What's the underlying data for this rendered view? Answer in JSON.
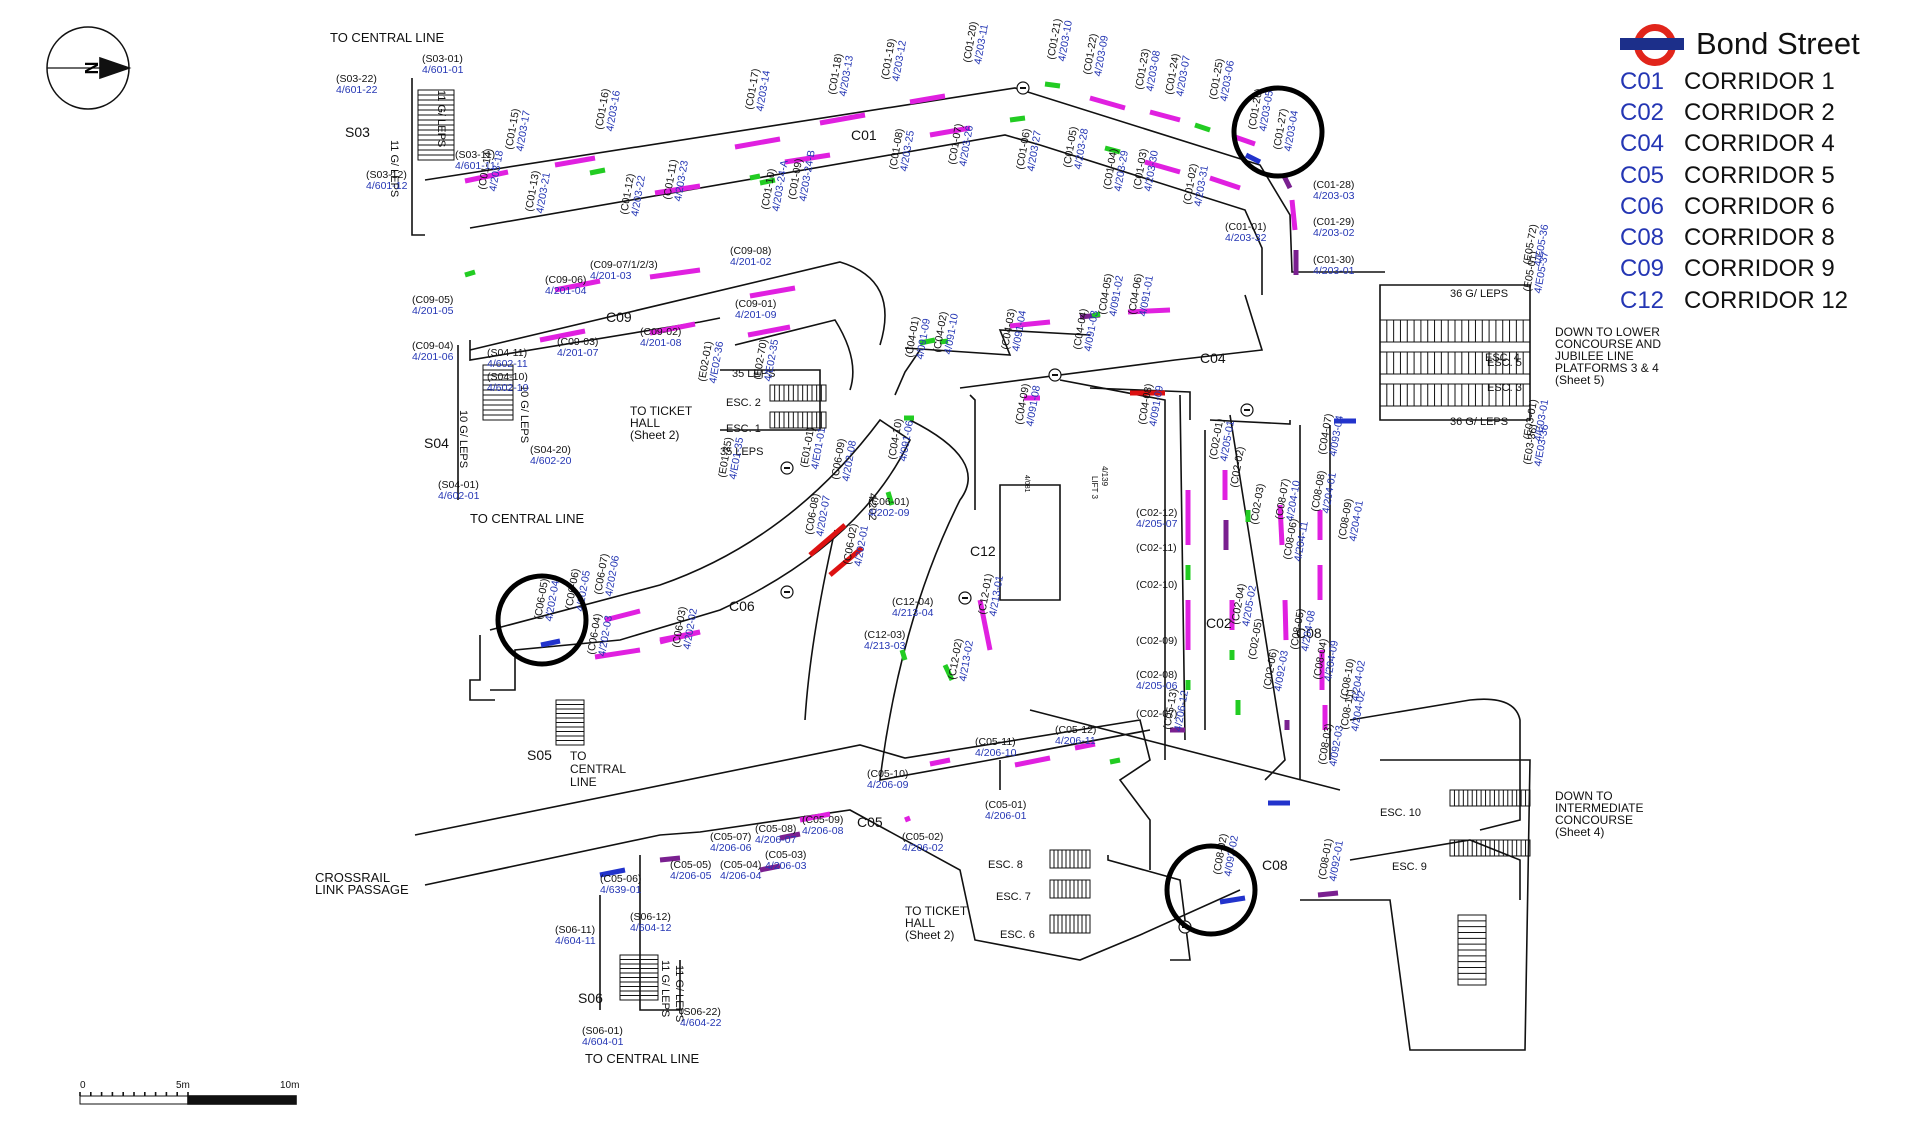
{
  "legend": {
    "title": "Bond Street",
    "items": [
      {
        "code": "C01",
        "name": "CORRIDOR 1"
      },
      {
        "code": "C02",
        "name": "CORRIDOR 2"
      },
      {
        "code": "C04",
        "name": "CORRIDOR 4"
      },
      {
        "code": "C05",
        "name": "CORRIDOR 5"
      },
      {
        "code": "C06",
        "name": "CORRIDOR 6"
      },
      {
        "code": "C08",
        "name": "CORRIDOR 8"
      },
      {
        "code": "C09",
        "name": "CORRIDOR 9"
      },
      {
        "code": "C12",
        "name": "CORRIDOR 12"
      }
    ]
  },
  "compass": {
    "letter": "N"
  },
  "scale_bar": {
    "labels": [
      "0",
      "5m",
      "10m"
    ]
  },
  "corridor_labels": [
    "C01",
    "C09",
    "C04",
    "C12",
    "C06",
    "C02",
    "C08",
    "C05",
    "C08"
  ],
  "notes": {
    "to_central_top": "TO CENTRAL LINE",
    "to_central_s04": "TO CENTRAL LINE",
    "to_central_bottom": "TO CENTRAL LINE",
    "to_central_s05_1": "TO",
    "to_central_s05_2": "CENTRAL",
    "to_central_s05_3": "LINE",
    "ticket_hall_1": [
      "TO TICKET",
      "HALL",
      "(Sheet 2)"
    ],
    "ticket_hall_2": [
      "TO TICKET",
      "HALL",
      "(Sheet 2)"
    ],
    "down_lower": [
      "DOWN TO LOWER",
      "CONCOURSE AND",
      "JUBILEE LINE",
      "PLATFORMS 3 & 4",
      "(Sheet 5)"
    ],
    "down_intermediate": [
      "DOWN TO",
      "INTERMEDIATE",
      "CONCOURSE",
      "(Sheet 4)"
    ],
    "crossrail": [
      "CROSSRAIL",
      "LINK PASSAGE"
    ]
  },
  "stairs": [
    "S03",
    "S04",
    "S05",
    "S06"
  ],
  "escalators": [
    "ESC. 5",
    "ESC. 4",
    "ESC. 3",
    "ESC. 2",
    "ESC. 1",
    "ESC. 10",
    "ESC. 9",
    "ESC. 8",
    "ESC. 7",
    "ESC. 6"
  ],
  "leps": [
    "36 G/ LEPS",
    "36 G/ LEPS",
    "35 LEPS",
    "35 LEPS",
    "11 G/ LEPS",
    "11 G/ LEPS",
    "10 G/ LEPS",
    "10 G/ LEPS",
    "11 G/ LEPS",
    "11 G/ LEPS"
  ],
  "lift": [
    "4/139",
    "LIFT 3",
    "4/081",
    "4/202"
  ],
  "colors": {
    "magenta": "#e020e0",
    "green": "#22cc22",
    "purple": "#7a2090",
    "red": "#dd1111",
    "blue": "#2233cc",
    "ref_blue": "#2436b4"
  },
  "callouts": [
    {
      "code": "(S03-01)",
      "ref": "4/601-01"
    },
    {
      "code": "(S03-22)",
      "ref": "4/601-22"
    },
    {
      "code": "(S03-11)",
      "ref": "4/601-11"
    },
    {
      "code": "(S03-12)",
      "ref": "4/601-12"
    },
    {
      "code": "(C01-14)",
      "ref": "4/203-18"
    },
    {
      "code": "(C01-15)",
      "ref": "4/203-17"
    },
    {
      "code": "(C01-13)",
      "ref": "4/203-21"
    },
    {
      "code": "(C01-16)",
      "ref": "4/203-16"
    },
    {
      "code": "(C01-12)",
      "ref": "4/203-22"
    },
    {
      "code": "(C01-11)",
      "ref": "4/203-23"
    },
    {
      "code": "(C01-17)",
      "ref": "4/203-14"
    },
    {
      "code": "(C01-10)",
      "ref": "4/203-24-A"
    },
    {
      "code": "(C01-09)",
      "ref": "4/203-24-B"
    },
    {
      "code": "(C01-18)",
      "ref": "4/203-13"
    },
    {
      "code": "(C01-19)",
      "ref": "4/203-12"
    },
    {
      "code": "(C01-08)",
      "ref": "4/203-25"
    },
    {
      "code": "(C01-20)",
      "ref": "4/203-11"
    },
    {
      "code": "(C01-07)",
      "ref": "4/203-26"
    },
    {
      "code": "(C01-06)",
      "ref": "4/203-27"
    },
    {
      "code": "(C01-21)",
      "ref": "4/203-10"
    },
    {
      "code": "(C01-22)",
      "ref": "4/203-09"
    },
    {
      "code": "(C01-05)",
      "ref": "4/203-28"
    },
    {
      "code": "(C01-23)",
      "ref": "4/203-08"
    },
    {
      "code": "(C01-04)",
      "ref": "4/203-29"
    },
    {
      "code": "(C01-03)",
      "ref": "4/203-30"
    },
    {
      "code": "(C01-24)",
      "ref": "4/203-07"
    },
    {
      "code": "(C01-25)",
      "ref": "4/203-06"
    },
    {
      "code": "(C01-02)",
      "ref": "4/203-31"
    },
    {
      "code": "(C01-26)",
      "ref": "4/203-05"
    },
    {
      "code": "(C01-27)",
      "ref": "4/203-04"
    },
    {
      "code": "(C01-01)",
      "ref": "4/203-32"
    },
    {
      "code": "(C01-28)",
      "ref": "4/203-03"
    },
    {
      "code": "(C01-29)",
      "ref": "4/203-02"
    },
    {
      "code": "(C01-30)",
      "ref": "4/203-01"
    },
    {
      "code": "(E05-01)",
      "ref": "4/E05-37"
    },
    {
      "code": "(E05-72)",
      "ref": "4/E05-36"
    },
    {
      "code": "(C09-05)",
      "ref": "4/201-05"
    },
    {
      "code": "(C09-06)",
      "ref": "4/201-04"
    },
    {
      "code": "(C09-07/1/2/3)",
      "ref": "4/201-03"
    },
    {
      "code": "(C09-08)",
      "ref": "4/201-02"
    },
    {
      "code": "(C09-04)",
      "ref": "4/201-06"
    },
    {
      "code": "(C09-03)",
      "ref": "4/201-07"
    },
    {
      "code": "(C09-02)",
      "ref": "4/201-08"
    },
    {
      "code": "(C09-01)",
      "ref": "4/201-09"
    },
    {
      "code": "(E02-01)",
      "ref": "4/E02-36"
    },
    {
      "code": "(E02-70)",
      "ref": "4/E02-35"
    },
    {
      "code": "(C04-01)",
      "ref": "4/091-09"
    },
    {
      "code": "(C04-02)",
      "ref": "4/091-10"
    },
    {
      "code": "(C04-03)",
      "ref": "4/091-04"
    },
    {
      "code": "(C04-04)",
      "ref": "4/091-03"
    },
    {
      "code": "(C04-05)",
      "ref": "4/091-02"
    },
    {
      "code": "(C04-06)",
      "ref": "4/091-01"
    },
    {
      "code": "(S04-11)",
      "ref": "4/602-11"
    },
    {
      "code": "(S04-10)",
      "ref": "4/602-10"
    },
    {
      "code": "(S04-20)",
      "ref": "4/602-20"
    },
    {
      "code": "(S04-01)",
      "ref": "4/602-01"
    },
    {
      "code": "(E01-35)",
      "ref": "4/E01-35"
    },
    {
      "code": "(E01-01)",
      "ref": "4/E01-01"
    },
    {
      "code": "(C04-10)",
      "ref": "4/091-06"
    },
    {
      "code": "(C04-09)",
      "ref": "4/091-08"
    },
    {
      "code": "(C04-08)",
      "ref": "4/091-09"
    },
    {
      "code": "(C04-07)",
      "ref": "4/093-04"
    },
    {
      "code": "(E03-36)",
      "ref": "4/E03-36"
    },
    {
      "code": "(E03-01)",
      "ref": "4/E03-01"
    },
    {
      "code": "(C06-01)",
      "ref": "4/202-09"
    },
    {
      "code": "(C06-09)",
      "ref": "4/202-08"
    },
    {
      "code": "(C06-08)",
      "ref": "4/202-07"
    },
    {
      "code": "(C06-02)",
      "ref": "4/202-01"
    },
    {
      "code": "(C06-07)",
      "ref": "4/202-06"
    },
    {
      "code": "(C06-06)",
      "ref": "4/202-05"
    },
    {
      "code": "(C06-05)",
      "ref": "4/202-04"
    },
    {
      "code": "(C06-04)",
      "ref": "4/202-03"
    },
    {
      "code": "(C06-03)",
      "ref": "4/202-02"
    },
    {
      "code": "(C12-04)",
      "ref": "4/213-04"
    },
    {
      "code": "(C12-03)",
      "ref": "4/213-03"
    },
    {
      "code": "(C12-01)",
      "ref": "4/213-01"
    },
    {
      "code": "(C12-02)",
      "ref": "4/213-02"
    },
    {
      "code": "(C02-12)",
      "ref": "4/205-07"
    },
    {
      "code": "(C02-11)",
      "ref": ""
    },
    {
      "code": "(C02-10)",
      "ref": ""
    },
    {
      "code": "(C02-09)",
      "ref": ""
    },
    {
      "code": "(C02-08)",
      "ref": "4/205-06"
    },
    {
      "code": "(C02-07)",
      "ref": ""
    },
    {
      "code": "(C02-01)",
      "ref": "4/205-01"
    },
    {
      "code": "(C02-02)",
      "ref": ""
    },
    {
      "code": "(C02-03)",
      "ref": ""
    },
    {
      "code": "(C02-04)",
      "ref": "4/205-02"
    },
    {
      "code": "(C02-05)",
      "ref": ""
    },
    {
      "code": "(C02-06)",
      "ref": "4/092-03"
    },
    {
      "code": "(C08-07)",
      "ref": "4/204-10"
    },
    {
      "code": "(C08-06)",
      "ref": "4/204-11"
    },
    {
      "code": "(C08-08)",
      "ref": "4/204-01"
    },
    {
      "code": "(C08-09)",
      "ref": "4/204-01"
    },
    {
      "code": "(C08-05)",
      "ref": "4/204-08"
    },
    {
      "code": "(C08-04)",
      "ref": "4/204-09"
    },
    {
      "code": "(C08-03)",
      "ref": "4/092-03"
    },
    {
      "code": "(C08-10)",
      "ref": "4/204-02"
    },
    {
      "code": "(C08-11)",
      "ref": "4/204-02"
    },
    {
      "code": "(C08-02)",
      "ref": "4/092-02"
    },
    {
      "code": "(C08-01)",
      "ref": "4/092-01"
    },
    {
      "code": "(C05-13)",
      "ref": "4/206-12"
    },
    {
      "code": "(C05-12)",
      "ref": "4/206-11"
    },
    {
      "code": "(C05-11)",
      "ref": "4/206-10"
    },
    {
      "code": "(C05-10)",
      "ref": "4/206-09"
    },
    {
      "code": "(C05-01)",
      "ref": "4/206-01"
    },
    {
      "code": "(C05-02)",
      "ref": "4/206-02"
    },
    {
      "code": "(C05-09)",
      "ref": "4/206-08"
    },
    {
      "code": "(C05-08)",
      "ref": "4/206-07"
    },
    {
      "code": "(C05-07)",
      "ref": "4/206-06"
    },
    {
      "code": "(C05-03)",
      "ref": "4/206-03"
    },
    {
      "code": "(C05-04)",
      "ref": "4/206-04"
    },
    {
      "code": "(C05-05)",
      "ref": "4/206-05"
    },
    {
      "code": "(C05-06)",
      "ref": "4/639-01"
    },
    {
      "code": "(S06-11)",
      "ref": "4/604-11"
    },
    {
      "code": "(S06-12)",
      "ref": "4/604-12"
    },
    {
      "code": "(S06-22)",
      "ref": "4/604-22"
    },
    {
      "code": "(S06-01)",
      "ref": "4/604-01"
    }
  ]
}
